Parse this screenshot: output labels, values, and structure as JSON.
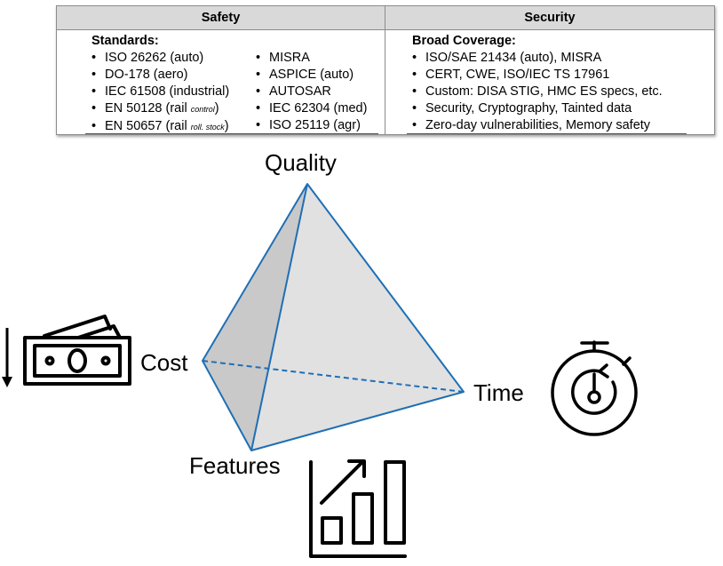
{
  "table": {
    "safety": {
      "header": "Safety",
      "subheading": "Standards:",
      "left_items": [
        {
          "text": "ISO 26262 (auto)",
          "small": ""
        },
        {
          "text": "DO-178 (aero)",
          "small": ""
        },
        {
          "text": "IEC 61508 (industrial)",
          "small": ""
        },
        {
          "text": "EN 50128 (rail ",
          "small": "control",
          "suffix": ")"
        },
        {
          "text": "EN 50657 (rail ",
          "small": "roll. stock",
          "suffix": ")"
        }
      ],
      "right_items": [
        "MISRA",
        "ASPICE (auto)",
        "AUTOSAR",
        "IEC 62304 (med)",
        "ISO 25119 (agr)"
      ]
    },
    "security": {
      "header": "Security",
      "subheading": "Broad Coverage:",
      "items": [
        "ISO/SAE 21434 (auto), MISRA",
        "CERT, CWE, ISO/IEC TS 17961",
        "Custom: DISA STIG, HMC ES specs, etc.",
        "Security, Cryptography, Tainted data",
        "Zero-day vulnerabilities, Memory safety"
      ]
    }
  },
  "diagram": {
    "labels": {
      "quality": "Quality",
      "cost": "Cost",
      "time": "Time",
      "features": "Features"
    },
    "icons": [
      "money-icon",
      "down-arrow-icon",
      "stopwatch-icon",
      "growth-chart-icon"
    ],
    "colors": {
      "edge": "#1f6fb5",
      "face_front": "#e1e1e1",
      "face_left": "#c9c9c9",
      "icon": "#000000"
    }
  }
}
